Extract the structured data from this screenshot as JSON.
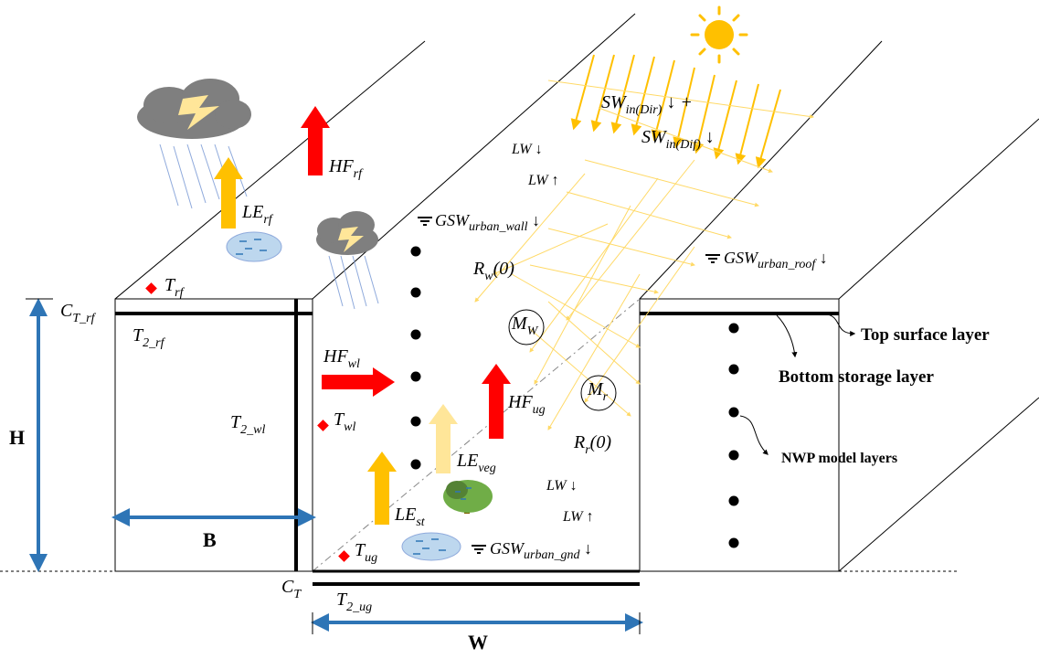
{
  "colors": {
    "flux_red": "#ff0000",
    "flux_orange": "#ffc000",
    "flux_light": "#ffe699",
    "dimension_blue": "#2e75b6",
    "sun_yellow": "#ffc000",
    "marker_red": "#ff0000"
  },
  "icons": {
    "sun": "sun-icon",
    "cloud_lightning": "storm-cloud-icon",
    "water_cloud": "water-cloud-icon",
    "tree": "tree-icon"
  },
  "labels": {
    "sw_in_dir": {
      "main": "SW",
      "sub": "in(Dir)",
      "tail": " ↓ +"
    },
    "sw_in_dif": {
      "main": "SW",
      "sub": "in(Dif)",
      "tail": " ↓"
    },
    "lw_top_down": "LW ↓",
    "lw_top_up": "LW ↑",
    "lw_bot_down": "LW ↓",
    "lw_bot_up": "LW ↑",
    "hf_rf": {
      "main": "HF",
      "sub": "rf"
    },
    "le_rf": {
      "main": "LE",
      "sub": "rf"
    },
    "t_rf": {
      "main": "T",
      "sub": "rf"
    },
    "ct_rf": {
      "main": "C",
      "sub": "T_rf"
    },
    "t2_rf": {
      "main": "T",
      "sub": "2_rf"
    },
    "t2_wl": {
      "main": "T",
      "sub": "2_wl"
    },
    "hf_wl": {
      "main": "HF",
      "sub": "wl"
    },
    "t_wl": {
      "main": "T",
      "sub": "wl"
    },
    "hf_ug": {
      "main": "HF",
      "sub": "ug"
    },
    "le_veg": {
      "main": "LE",
      "sub": "veg"
    },
    "le_st": {
      "main": "LE",
      "sub": "st"
    },
    "t_ug": {
      "main": "T",
      "sub": "ug"
    },
    "ct": {
      "main": "C",
      "sub": "T"
    },
    "t2_ug": {
      "main": "T",
      "sub": "2_ug"
    },
    "gsw_wall": {
      "main": "GSW",
      "sub": "urban_wall",
      "tail": " ↓"
    },
    "gsw_roof": {
      "main": "GSW",
      "sub": "urban_roof",
      "tail": " ↓"
    },
    "gsw_gnd": {
      "main": "GSW",
      "sub": "urban_gnd",
      "tail": " ↓"
    },
    "rw0": {
      "main": "R",
      "sub": "w",
      "tail": "(0)"
    },
    "rr0": {
      "main": "R",
      "sub": "r",
      "tail": "(0)"
    },
    "mw": {
      "main": "M",
      "sub": "W"
    },
    "mr": {
      "main": "M",
      "sub": "r"
    },
    "top_surface": "Top surface layer",
    "bottom_storage": "Bottom storage layer",
    "nwp_layers": "NWP model layers",
    "dim_h": "H",
    "dim_b": "B",
    "dim_w": "W"
  }
}
